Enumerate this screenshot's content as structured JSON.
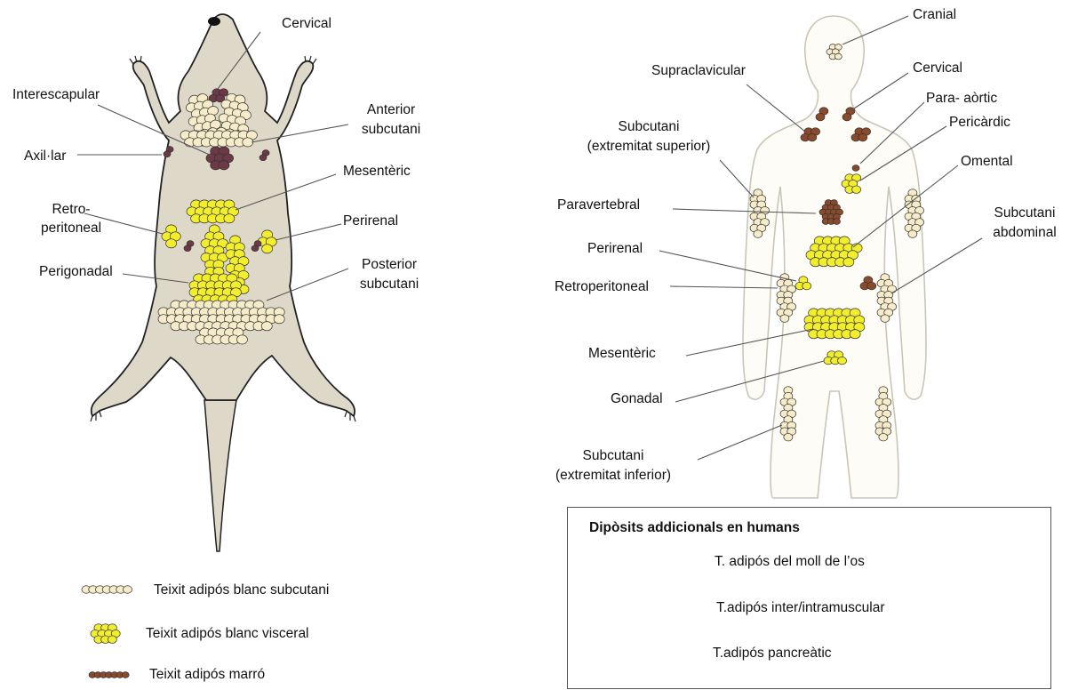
{
  "mouse": {
    "labels": {
      "cervical": "Cervical",
      "interescapular": "Interescapular",
      "anterior_line1": "Anterior",
      "anterior_line2": "subcutani",
      "axillar": "Axil·lar",
      "mesenteric": "Mesentèric",
      "retro_line1": "Retro-",
      "retro_line2": "peritoneal",
      "perirenal": "Perirenal",
      "perigonadal": "Perigonadal",
      "posterior_line1": "Posterior",
      "posterior_line2": "subcutani"
    }
  },
  "human": {
    "labels": {
      "cranial": "Cranial",
      "supraclavicular": "Supraclavicular",
      "cervical": "Cervical",
      "paraaortic": "Para- aòrtic",
      "pericardic": "Pericàrdic",
      "subcut_sup_line1": "Subcutani",
      "subcut_sup_line2": "(extremitat superior)",
      "omental": "Omental",
      "paravertebral": "Paravertebral",
      "subcut_abd_line1": "Subcutani",
      "subcut_abd_line2": "abdominal",
      "perirenal": "Perirenal",
      "retroperitoneal": "Retroperitoneal",
      "mesenteric": "Mesentèric",
      "gonadal": "Gonadal",
      "subcut_inf_line1": "Subcutani",
      "subcut_inf_line2": "(extremitat inferior)"
    }
  },
  "legend": {
    "subcutaneous_white": "Teixit adipós blanc subcutani",
    "visceral_white": "Teixit adipós blanc visceral",
    "brown": "Teixit adipós marró"
  },
  "additional_box": {
    "title": "Dipòsits addicionals en humans",
    "bone_marrow": "T. adipós del moll de l’os",
    "intramuscular": "T.adipós inter/intramuscular",
    "pancreatic": "T.adipós pancreàtic"
  },
  "colors": {
    "mouse_body": "#ddd8c8",
    "human_body": "#fdfcf6",
    "subcutaneous_fat": "#f6ecc9",
    "visceral_fat": "#f2ee2e",
    "brown_fat": "#8a4a2c",
    "interscapular_brown": "#6b3a46"
  }
}
